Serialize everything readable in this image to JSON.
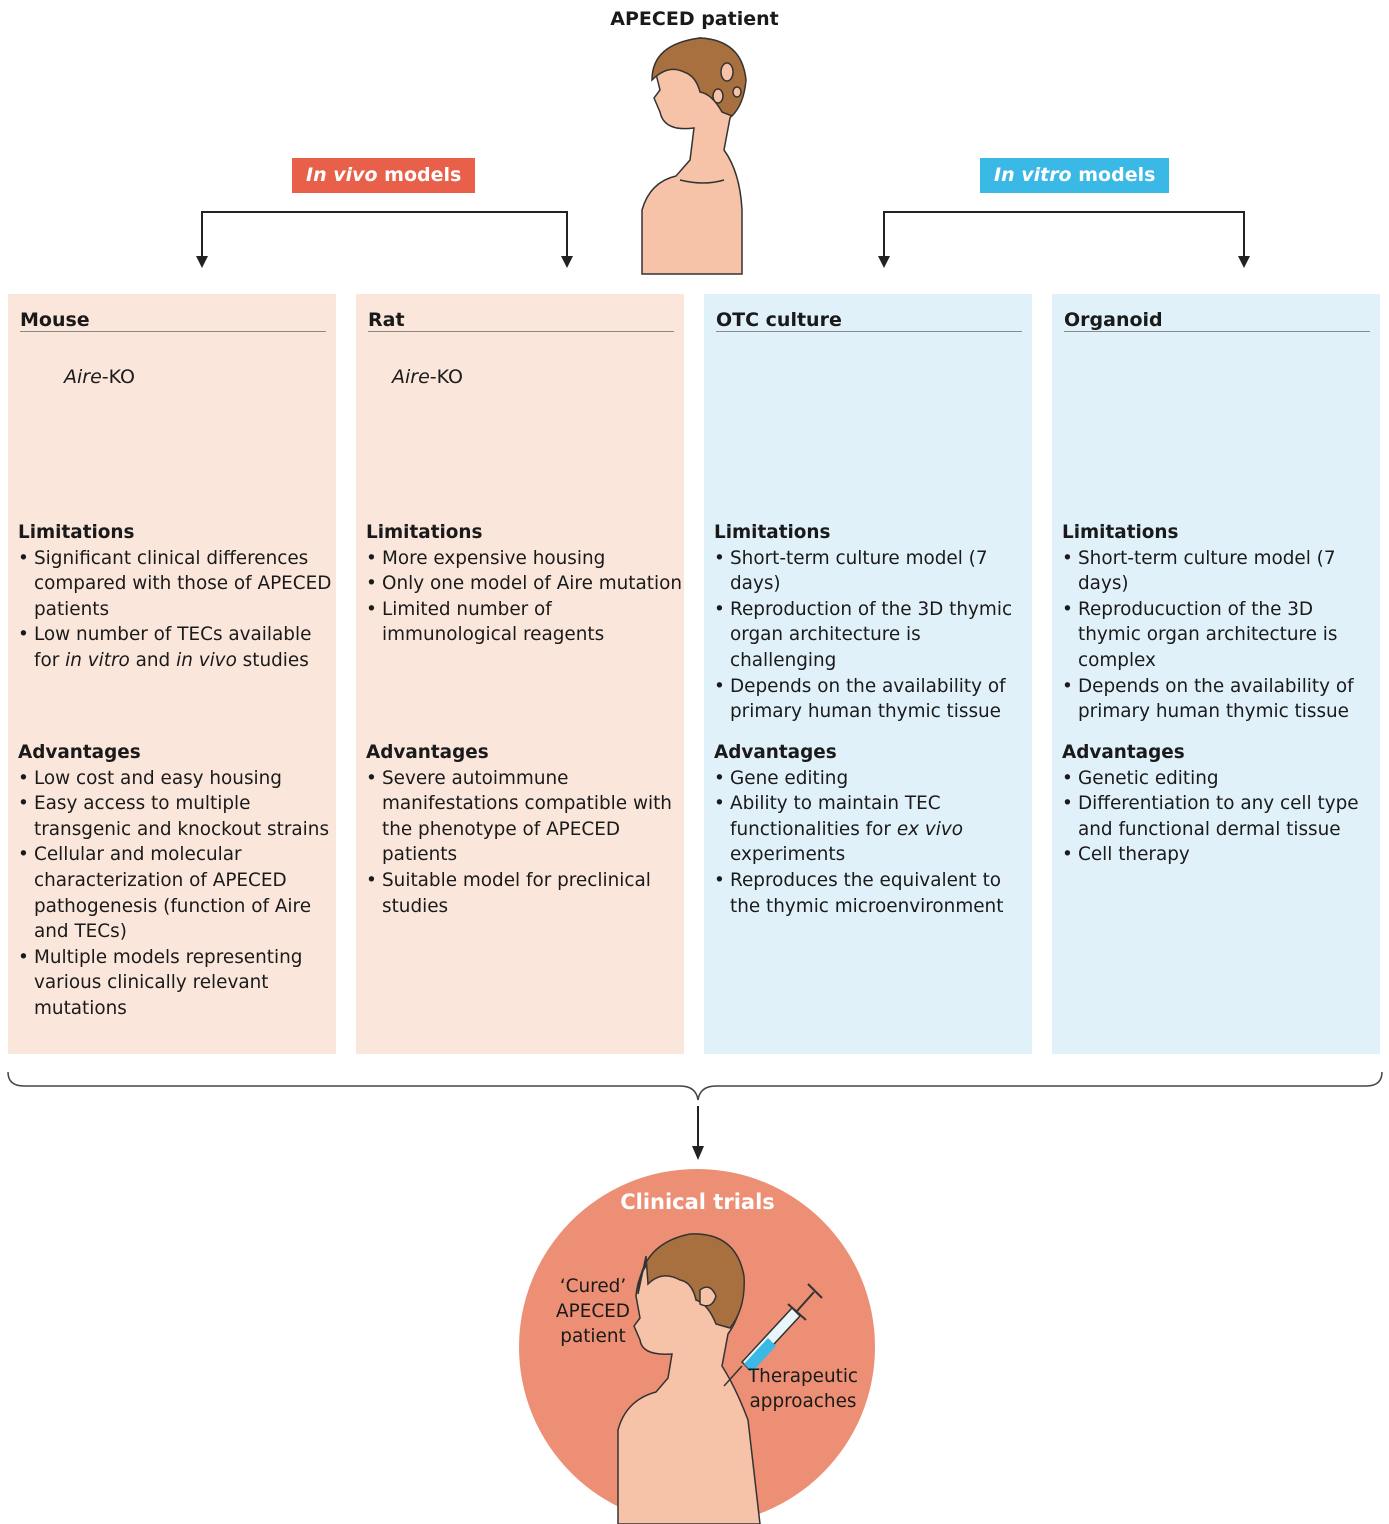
{
  "header": {
    "title": "APECED patient",
    "in_vivo_tag": [
      {
        "text": "In vivo",
        "i": true
      },
      {
        "text": " models",
        "i": false
      }
    ],
    "in_vitro_tag": [
      {
        "text": "In vitro",
        "i": true
      },
      {
        "text": " models",
        "i": false
      }
    ]
  },
  "panels": [
    {
      "title": "Mouse",
      "image_label": [
        {
          "text": "Aire",
          "i": true
        },
        {
          "text": "-KO",
          "i": false
        }
      ],
      "limitations_heading": "Limitations",
      "limitations": [
        [
          {
            "text": "Significant clinical differences compared with those of APECED patients",
            "i": false
          }
        ],
        [
          {
            "text": "Low number of TECs available for ",
            "i": false
          },
          {
            "text": "in vitro",
            "i": true
          },
          {
            "text": " and ",
            "i": false
          },
          {
            "text": "in vivo",
            "i": true
          },
          {
            "text": " studies",
            "i": false
          }
        ]
      ],
      "advantages_heading": "Advantages",
      "advantages": [
        [
          {
            "text": "Low cost and easy housing",
            "i": false
          }
        ],
        [
          {
            "text": "Easy access to multiple transgenic and knockout strains",
            "i": false
          }
        ],
        [
          {
            "text": "Cellular and molecular characterization of APECED pathogenesis (function of Aire and TECs)",
            "i": false
          }
        ],
        [
          {
            "text": "Multiple models representing various clinically relevant mutations",
            "i": false
          }
        ]
      ]
    },
    {
      "title": "Rat",
      "image_label": [
        {
          "text": "Aire",
          "i": true
        },
        {
          "text": "-KO",
          "i": false
        }
      ],
      "limitations_heading": "Limitations",
      "limitations": [
        [
          {
            "text": "More expensive housing",
            "i": false
          }
        ],
        [
          {
            "text": "Only one model of Aire mutation",
            "i": false
          }
        ],
        [
          {
            "text": "Limited number of immunological reagents",
            "i": false
          }
        ]
      ],
      "advantages_heading": "Advantages",
      "advantages": [
        [
          {
            "text": "Severe autoimmune manifestations compatible with the phenotype of APECED patients",
            "i": false
          }
        ],
        [
          {
            "text": "Suitable model for preclinical studies",
            "i": false
          }
        ]
      ]
    },
    {
      "title": "OTC culture",
      "limitations_heading": "Limitations",
      "limitations": [
        [
          {
            "text": "Short-term culture model (7 days)",
            "i": false
          }
        ],
        [
          {
            "text": "Reproduction of the 3D thymic organ architecture is challenging",
            "i": false
          }
        ],
        [
          {
            "text": "Depends on the availability of primary human thymic tissue",
            "i": false
          }
        ]
      ],
      "advantages_heading": "Advantages",
      "advantages": [
        [
          {
            "text": "Gene editing",
            "i": false
          }
        ],
        [
          {
            "text": "Ability to maintain TEC functionalities for ",
            "i": false
          },
          {
            "text": "ex vivo",
            "i": true
          },
          {
            "text": " experiments",
            "i": false
          }
        ],
        [
          {
            "text": "Reproduces the equivalent to the thymic microenvironment",
            "i": false
          }
        ]
      ]
    },
    {
      "title": "Organoid",
      "limitations_heading": "Limitations",
      "limitations": [
        [
          {
            "text": "Short-term culture model (7 days)",
            "i": false
          }
        ],
        [
          {
            "text": "Reproducuction of the 3D thymic organ architecture is complex",
            "i": false
          }
        ],
        [
          {
            "text": "Depends on the availability of primary human thymic tissue",
            "i": false
          }
        ]
      ],
      "advantages_heading": "Advantages",
      "advantages": [
        [
          {
            "text": "Genetic editing",
            "i": false
          }
        ],
        [
          {
            "text": "Differentiation to any cell type and functional dermal tissue",
            "i": false
          }
        ],
        [
          {
            "text": "Cell therapy",
            "i": false
          }
        ]
      ]
    }
  ],
  "clinical": {
    "title": "Clinical trials",
    "cured_label": "‘Cured’ APECED patient",
    "therapeutic_label": "Therapeutic approaches"
  },
  "colors": {
    "in_vivo": "#e8604a",
    "in_vitro": "#3ab8e6",
    "pink_panel": "#fbe6dc",
    "blue_panel": "#e0f1fa",
    "clinical_circle": "#ec8f74",
    "skin": "#f6c3a8",
    "hair": "#a8703f"
  }
}
